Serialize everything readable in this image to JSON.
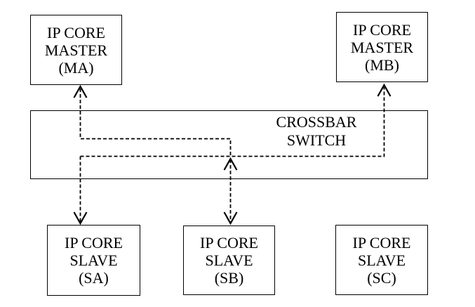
{
  "page": {
    "background_color": "#ffffff",
    "line_color": "#000000",
    "box_fill_color": "#ffffff"
  },
  "diagram": {
    "nodes": {
      "master_a": {
        "lines": [
          "IP CORE",
          "MASTER",
          "(MA)"
        ]
      },
      "master_b": {
        "lines": [
          "IP CORE",
          "MASTER",
          "(MB)"
        ]
      },
      "crossbar": {
        "lines": [
          "CROSSBAR",
          "SWITCH"
        ]
      },
      "slave_a": {
        "lines": [
          "IP CORE",
          "SLAVE",
          "(SA)"
        ]
      },
      "slave_b": {
        "lines": [
          "IP CORE",
          "SLAVE",
          "(SB)"
        ]
      },
      "slave_c": {
        "lines": [
          "IP CORE",
          "SLAVE",
          "(SC)"
        ]
      }
    },
    "connections": [
      {
        "id": "path-ma-sb",
        "endpoints": [
          "IP CORE MASTER (MA)",
          "IP CORE SLAVE (SB)"
        ],
        "via": "CROSSBAR SWITCH",
        "style": "dashed",
        "arrowheads": [
          "up into MA",
          "up at wire crossing",
          "down into SB"
        ]
      },
      {
        "id": "path-mb-sa",
        "endpoints": [
          "IP CORE MASTER (MB)",
          "IP CORE SLAVE (SA)"
        ],
        "via": "CROSSBAR SWITCH",
        "style": "dashed",
        "arrowheads": [
          "up into MB",
          "down into SA"
        ]
      }
    ]
  }
}
